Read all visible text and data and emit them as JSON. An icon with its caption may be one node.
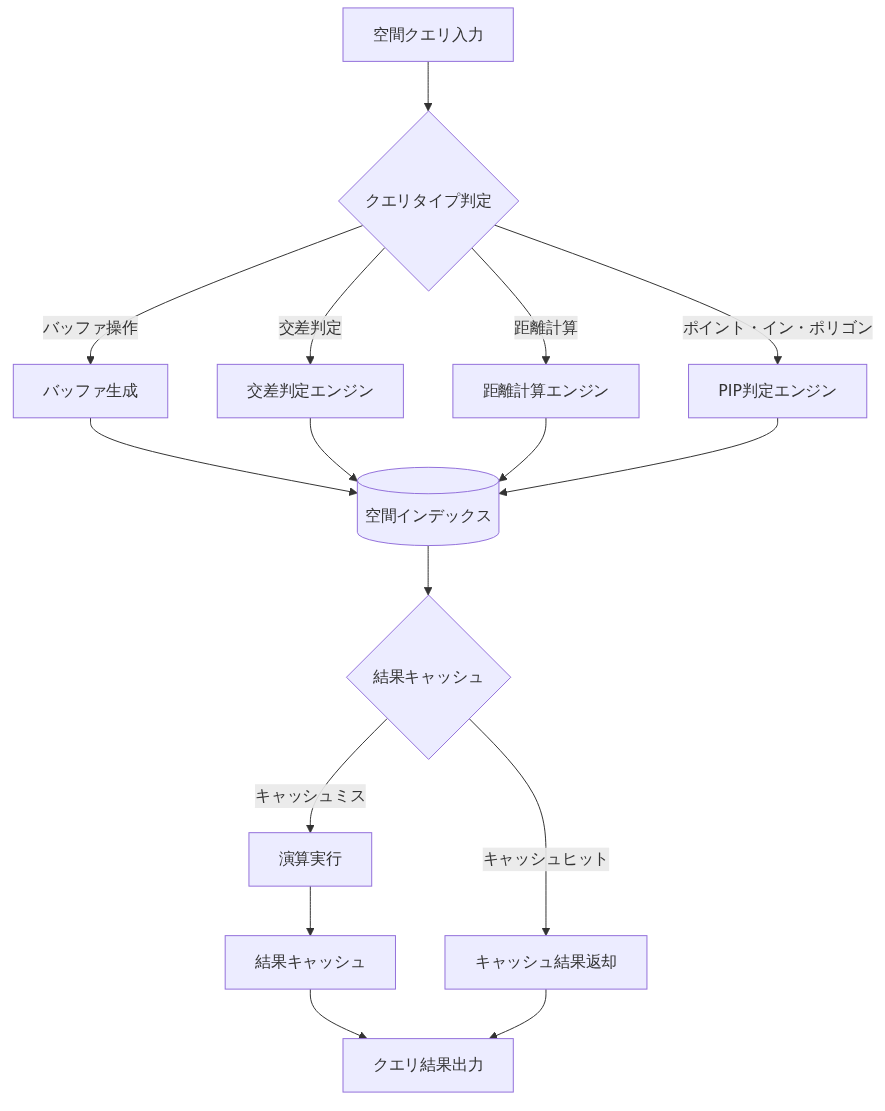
{
  "diagram": {
    "nodes": [
      {
        "text": [
          "空間クエリ入力"
        ]
      },
      {
        "text": [
          "クエリタイプ判定"
        ]
      },
      {
        "text": [
          "バッファ生成"
        ]
      },
      {
        "text": [
          "交差判定エンジン"
        ]
      },
      {
        "text": [
          "距離計算エンジン"
        ]
      },
      {
        "text": [
          "PIP判定エンジン"
        ]
      },
      {
        "text": [
          "空間インデックス"
        ]
      },
      {
        "text": [
          "結果キャッシュ"
        ]
      },
      {
        "text": [
          "演算実行"
        ]
      },
      {
        "text": [
          "結果キャッシュ"
        ]
      },
      {
        "text": [
          "キャッシュ結果返却"
        ]
      },
      {
        "text": [
          "クエリ結果出力"
        ]
      }
    ],
    "edges": [
      {
        "from": 0,
        "to": 1,
        "arrow": "to"
      },
      {
        "from": 1,
        "to": 2,
        "arrow": "to",
        "label": "バッファ操作"
      },
      {
        "from": 1,
        "to": 3,
        "arrow": "to",
        "label": "交差判定"
      },
      {
        "from": 1,
        "to": 4,
        "arrow": "to",
        "label": "距離計算"
      },
      {
        "from": 1,
        "to": 5,
        "arrow": "to",
        "label": "ポイント・イン・ポリゴン"
      },
      {
        "from": 2,
        "to": 6,
        "arrow": "to"
      },
      {
        "from": 3,
        "to": 6,
        "arrow": "to"
      },
      {
        "from": 4,
        "to": 6,
        "arrow": "to"
      },
      {
        "from": 5,
        "to": 6,
        "arrow": "to"
      },
      {
        "from": 6,
        "to": 7,
        "arrow": "to"
      },
      {
        "from": 7,
        "to": 8,
        "arrow": "to",
        "label": "キャッシュミス"
      },
      {
        "from": 7,
        "to": 10,
        "arrow": "to",
        "label": "キャッシュヒット"
      },
      {
        "from": 8,
        "to": 9,
        "arrow": "to"
      },
      {
        "from": 9,
        "to": 11,
        "arrow": "to"
      },
      {
        "from": 10,
        "to": 11,
        "arrow": "to"
      }
    ]
  }
}
